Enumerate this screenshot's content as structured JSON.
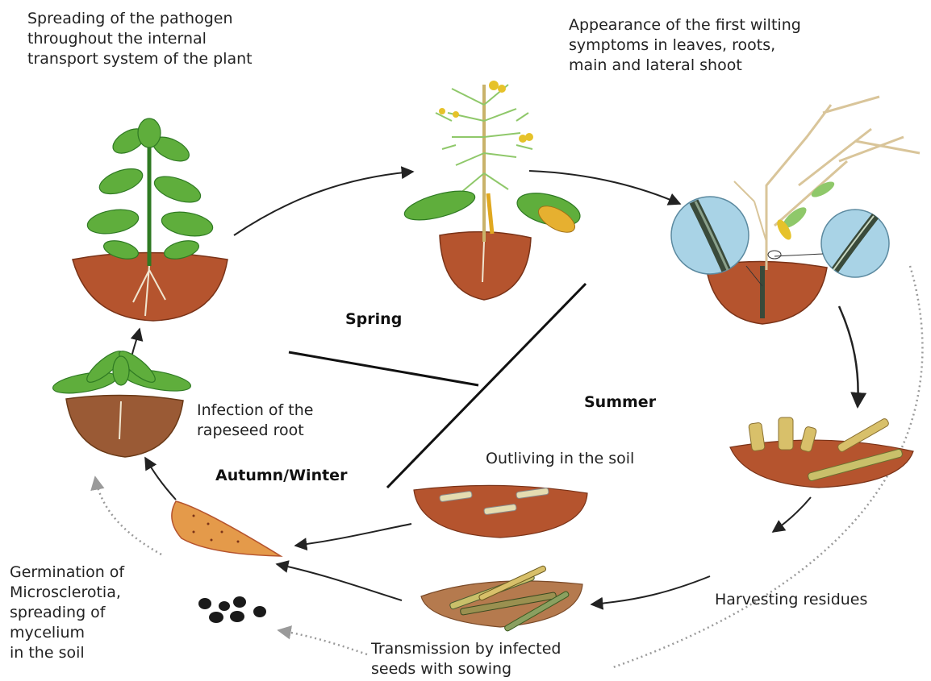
{
  "labels": {
    "spreading": "Spreading of the pathogen\nthroughout the internal\ntransport system of the plant",
    "appearance": "Appearance of the first wilting\nsymptoms in leaves, roots,\nmain and lateral shoot",
    "infection": "Infection of the\nrapeseed root",
    "outliving": "Outliving in the soil",
    "germination": "Germination of\nMicrosclerotia,\nspreading of\nmycelium\nin the soil",
    "harvesting": "Harvesting residues",
    "transmission": "Transmission by infected\nseeds with sowing"
  },
  "seasons": {
    "spring": "Spring",
    "summer": "Summer",
    "autumn_winter": "Autumn/Winter"
  },
  "colors": {
    "soil": "#b5542e",
    "soil_dark": "#7a3318",
    "leaf": "#5fae3c",
    "leaf_dark": "#2f7a23",
    "flower": "#e6c22a",
    "dry_plant": "#d9c59a",
    "residue": "#d8c06a",
    "arrow": "#222222",
    "dotted": "#9a9a9a",
    "lens_bg": "#a9d3e6"
  },
  "icons": [
    "plant-icon",
    "arrow-icon",
    "soil-icon",
    "sclerotia-icon",
    "magnifier-icon"
  ]
}
